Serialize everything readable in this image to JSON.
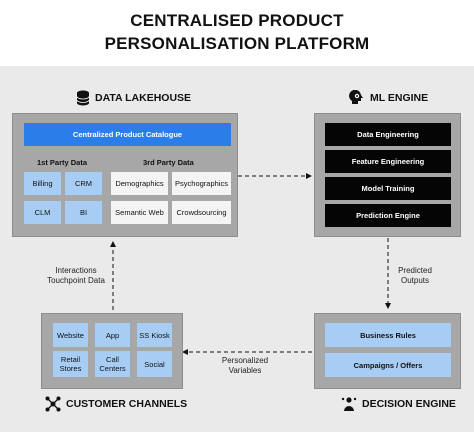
{
  "title": {
    "line1": "CENTRALISED PRODUCT",
    "line2": "PERSONALISATION PLATFORM"
  },
  "data_lakehouse": {
    "heading": "DATA LAKEHOUSE",
    "icon": "database-icon",
    "catalogue": "Centralized Product Catalogue",
    "first_party_label": "1st Party Data",
    "third_party_label": "3rd Party Data",
    "first_party": [
      "Billing",
      "CRM",
      "CLM",
      "BI"
    ],
    "third_party": [
      "Demographics",
      "Psychographics",
      "Semantic Web",
      "Crowdsourcing"
    ]
  },
  "ml_engine": {
    "heading": "ML ENGINE",
    "icon": "brain-head-icon",
    "steps": [
      "Data Engineering",
      "Feature Engineering",
      "Model Training",
      "Prediction Engine"
    ]
  },
  "customer_channels": {
    "heading": "CUSTOMER CHANNELS",
    "icon": "network-icon",
    "items": [
      "Website",
      "App",
      "SS Kiosk",
      "Retail Stores",
      "Call Centers",
      "Social"
    ]
  },
  "decision_engine": {
    "heading": "DECISION ENGINE",
    "icon": "decision-icon",
    "items": [
      "Business Rules",
      "Campaigns / Offers"
    ]
  },
  "flows": {
    "interactions": [
      "Interactions",
      "Touchpoint Data"
    ],
    "predicted": [
      "Predicted",
      "Outputs"
    ],
    "personalized": [
      "Personalized",
      "Variables"
    ]
  },
  "colors": {
    "catalogue_blue": "#2b7de9",
    "light_blue": "#a7cdf5",
    "panel_gray": "#a7a7a7",
    "background_gray": "#eaeaea",
    "ml_black": "#050505"
  }
}
